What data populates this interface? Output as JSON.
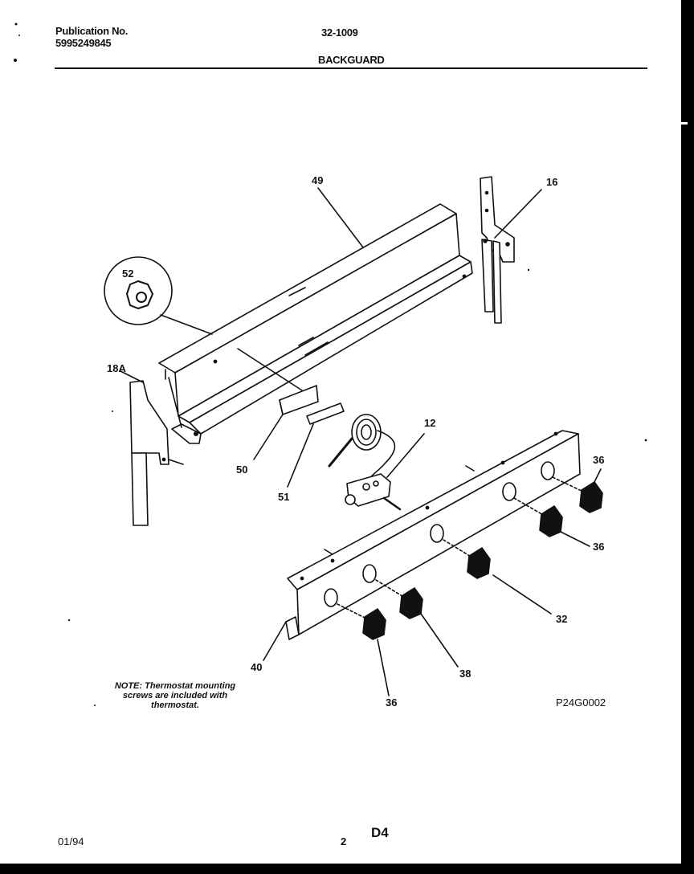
{
  "header": {
    "publication_label": "Publication No.",
    "publication_number": "5995249845",
    "doc_code": "32-1009",
    "section_title": "BACKGUARD"
  },
  "callouts": {
    "c49": "49",
    "c16": "16",
    "c52": "52",
    "c18a": "18A",
    "c12": "12",
    "c50": "50",
    "c51": "51",
    "c36a": "36",
    "c36b": "36",
    "c32": "32",
    "c40": "40",
    "c38": "38",
    "c36c": "36"
  },
  "note": "NOTE: Thermostat mounting screws are included with thermostat.",
  "figure_code": "P24G0002",
  "footer": {
    "date": "01/94",
    "page_number": "2",
    "page_code": "D4"
  },
  "colors": {
    "ink": "#111111",
    "paper": "#ffffff",
    "border": "#000000"
  }
}
